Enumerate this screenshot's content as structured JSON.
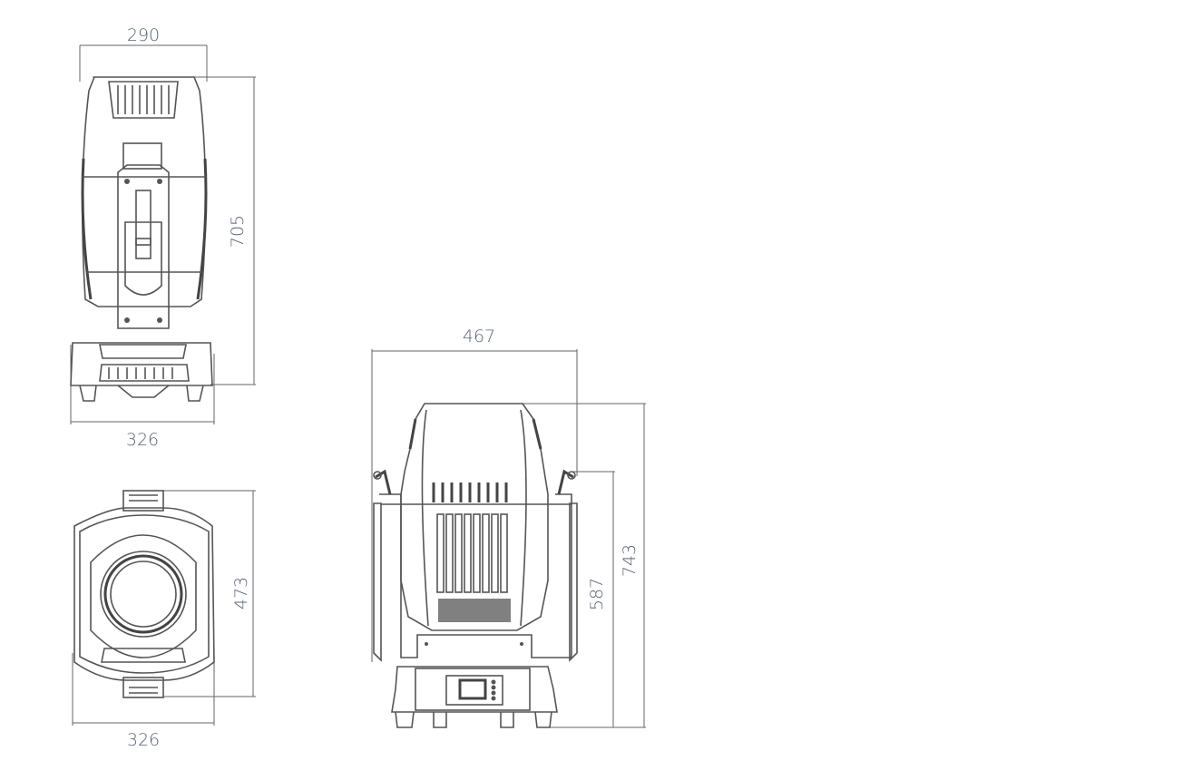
{
  "diagram": {
    "title": "",
    "subject": "moving head light fixture dimension drawing",
    "units": "mm",
    "line_color": "#555555",
    "text_color": "#5a6478",
    "views": [
      {
        "name": "side-view",
        "dimensions": {
          "top_width": "290",
          "height": "705",
          "base_width": "326"
        }
      },
      {
        "name": "top-view",
        "dimensions": {
          "height": "473",
          "width": "326"
        }
      },
      {
        "name": "front-view",
        "dimensions": {
          "width": "467",
          "yoke_height": "587",
          "total_height": "743"
        }
      }
    ]
  }
}
